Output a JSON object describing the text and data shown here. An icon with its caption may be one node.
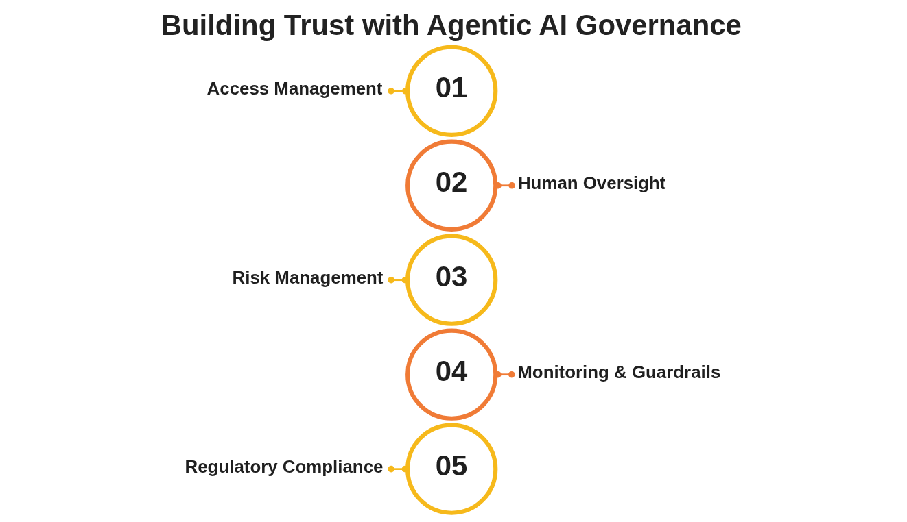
{
  "diagram": {
    "title": "Building Trust with Agentic AI Governance",
    "nodes": [
      {
        "text": [
          "Access Management"
        ]
      },
      {
        "text": [
          "01"
        ]
      },
      {
        "text": [
          "02"
        ]
      },
      {
        "text": [
          "Human Oversight"
        ]
      },
      {
        "text": [
          "Risk Management"
        ]
      },
      {
        "text": [
          "03"
        ]
      },
      {
        "text": [
          "04"
        ]
      },
      {
        "text": [
          "Monitoring & Guardrails"
        ]
      },
      {
        "text": [
          "Regulatory Compliance"
        ]
      },
      {
        "text": [
          "05"
        ]
      }
    ],
    "edges": [
      {
        "from": 0,
        "to": 1,
        "arrow": "other"
      },
      {
        "from": 2,
        "to": 3,
        "arrow": "other",
        "color": "#f07b36"
      },
      {
        "from": 4,
        "to": 5,
        "arrow": "other"
      },
      {
        "from": 6,
        "to": 7,
        "arrow": "other",
        "color": "#f07b36"
      },
      {
        "from": 8,
        "to": 9,
        "arrow": "other"
      }
    ]
  }
}
